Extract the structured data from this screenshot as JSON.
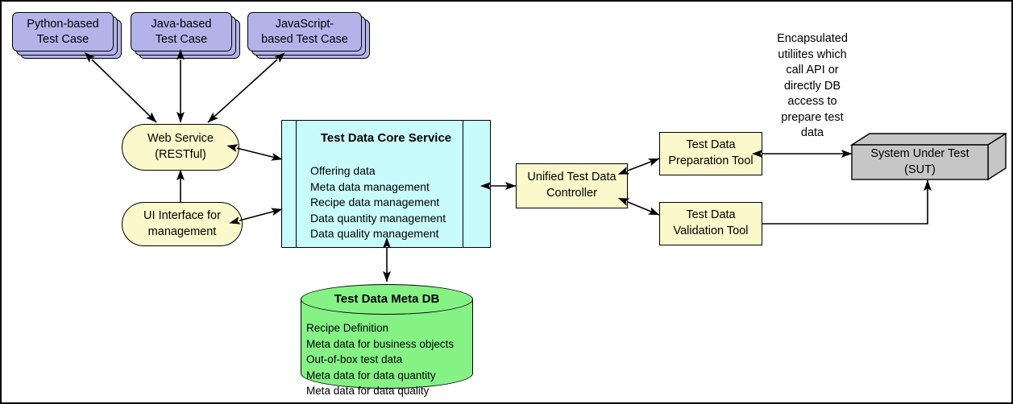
{
  "diagram": {
    "title": "Test Data Management Architecture",
    "colors": {
      "testcase_fill": "#b3b3ea",
      "service_fill": "#fbf8cb",
      "core_fill": "#c8fbfb",
      "db_fill": "#85f285",
      "sut_fill": "#c6c6c6",
      "stroke": "#000000",
      "background": "#ffffff"
    }
  },
  "test_cases": [
    {
      "line1": "Python-based",
      "line2": "Test Case"
    },
    {
      "line1": "Java-based",
      "line2": "Test Case"
    },
    {
      "line1": "JavaScript-",
      "line2": "based Test Case"
    }
  ],
  "interfaces": [
    {
      "line1": "Web Service",
      "line2": "(RESTful)"
    },
    {
      "line1": "UI Interface for",
      "line2": "management"
    }
  ],
  "core_service": {
    "title": "Test Data Core Service",
    "items": [
      "Offering data",
      "Meta data management",
      "Recipe data management",
      "Data quantity management",
      "Data quality management"
    ]
  },
  "meta_db": {
    "title": "Test Data Meta DB",
    "items": [
      "Recipe Definition",
      "Meta data for business objects",
      "Out-of-box test data",
      "Meta data for data quantity",
      "Meta data for data quality"
    ]
  },
  "controller": {
    "line1": "Unified Test Data",
    "line2": "Controller"
  },
  "tools": [
    {
      "line1": "Test Data",
      "line2": "Preparation Tool"
    },
    {
      "line1": "Test Data",
      "line2": "Validation Tool"
    }
  ],
  "sut": {
    "line1": "System Under Test",
    "line2": "(SUT)"
  },
  "annotation": {
    "lines": [
      "Encapsulated",
      "utiliites which",
      "call API or",
      "directly DB",
      "access to",
      "prepare test",
      "data"
    ]
  }
}
